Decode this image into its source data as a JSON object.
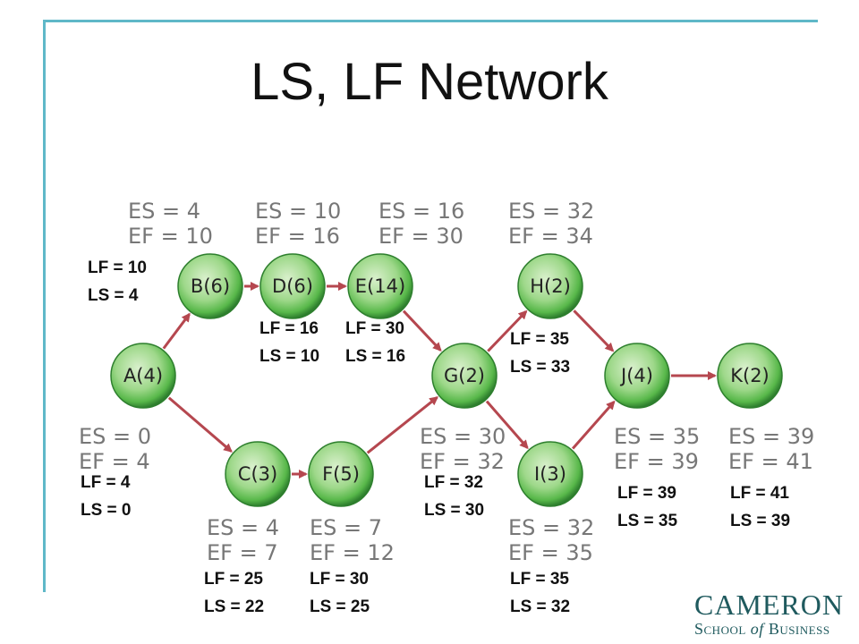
{
  "slide": {
    "title": "LS, LF Network"
  },
  "colors": {
    "node_fill": "#58b84a",
    "node_dark": "#2e7f2e",
    "arrow": "#b5474f",
    "frame": "#5fb8c8",
    "logo": "#1f5a5e"
  },
  "nodes": [
    {
      "id": "A",
      "label": "A(4)",
      "es": "ES = 0",
      "ef": "EF = 4",
      "lf": "LF = 4",
      "ls": "LS = 0"
    },
    {
      "id": "B",
      "label": "B(6)",
      "es": "ES = 4",
      "ef": "EF = 10",
      "lf": "LF = 10",
      "ls": "LS = 4"
    },
    {
      "id": "C",
      "label": "C(3)",
      "es": "ES = 4",
      "ef": "EF = 7",
      "lf": "LF = 25",
      "ls": "LS = 22"
    },
    {
      "id": "D",
      "label": "D(6)",
      "es": "ES = 10",
      "ef": "EF = 16",
      "lf": "LF = 16",
      "ls": "LS = 10"
    },
    {
      "id": "E",
      "label": "E(14)",
      "es": "ES = 16",
      "ef": "EF = 30",
      "lf": "LF = 30",
      "ls": "LS = 16"
    },
    {
      "id": "F",
      "label": "F(5)",
      "es": "ES = 7",
      "ef": "EF = 12",
      "lf": "LF = 30",
      "ls": "LS = 25"
    },
    {
      "id": "G",
      "label": "G(2)",
      "es": "ES = 30",
      "ef": "EF = 32",
      "lf": "LF = 32",
      "ls": "LS = 30"
    },
    {
      "id": "H",
      "label": "H(2)",
      "es": "ES = 32",
      "ef": "EF = 34",
      "lf": "LF = 35",
      "ls": "LS = 33"
    },
    {
      "id": "I",
      "label": "I(3)",
      "es": "ES = 32",
      "ef": "EF = 35",
      "lf": "LF = 35",
      "ls": "LS = 32"
    },
    {
      "id": "J",
      "label": "J(4)",
      "es": "ES = 35",
      "ef": "EF = 39",
      "lf": "LF = 39",
      "ls": "LS = 35"
    },
    {
      "id": "K",
      "label": "K(2)",
      "es": "ES = 39",
      "ef": "EF = 41",
      "lf": "LF = 41",
      "ls": "LS = 39"
    }
  ],
  "edges": [
    {
      "from": "A",
      "to": "B"
    },
    {
      "from": "A",
      "to": "C"
    },
    {
      "from": "B",
      "to": "D"
    },
    {
      "from": "D",
      "to": "E"
    },
    {
      "from": "E",
      "to": "G"
    },
    {
      "from": "C",
      "to": "F"
    },
    {
      "from": "F",
      "to": "G"
    },
    {
      "from": "G",
      "to": "H"
    },
    {
      "from": "G",
      "to": "I"
    },
    {
      "from": "H",
      "to": "J"
    },
    {
      "from": "I",
      "to": "J"
    },
    {
      "from": "J",
      "to": "K"
    }
  ],
  "logo": {
    "line1": "CAMERON",
    "school": "School",
    "of": "of",
    "business": "Business"
  }
}
